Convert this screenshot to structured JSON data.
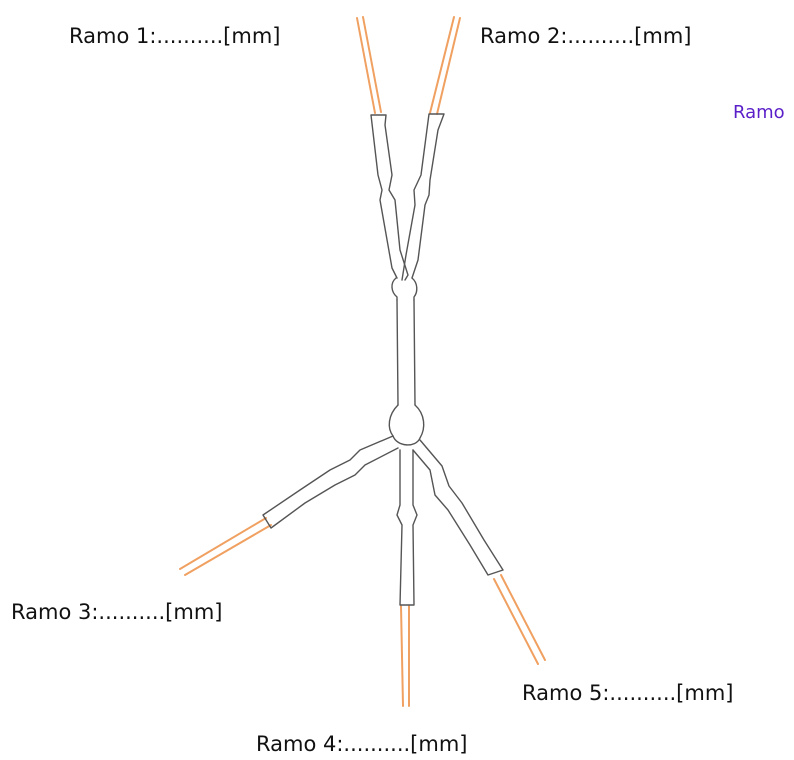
{
  "labels": {
    "ramo_1": "Ramo 1:..........[mm]",
    "ramo_2": "Ramo 2:..........[mm]",
    "ramo_3": "Ramo 3:..........[mm]",
    "ramo_4": "Ramo 4:..........[mm]",
    "ramo_5": "Ramo 5:..........[mm]",
    "ramo_partial": "Ramo"
  },
  "colors": {
    "conductor": "#f0a060",
    "sheath_outline": "#555555",
    "label_text": "#111111",
    "partial_label_text": "#5a1fc8"
  },
  "icons": {
    "diagram": "wire-harness-diagram"
  }
}
